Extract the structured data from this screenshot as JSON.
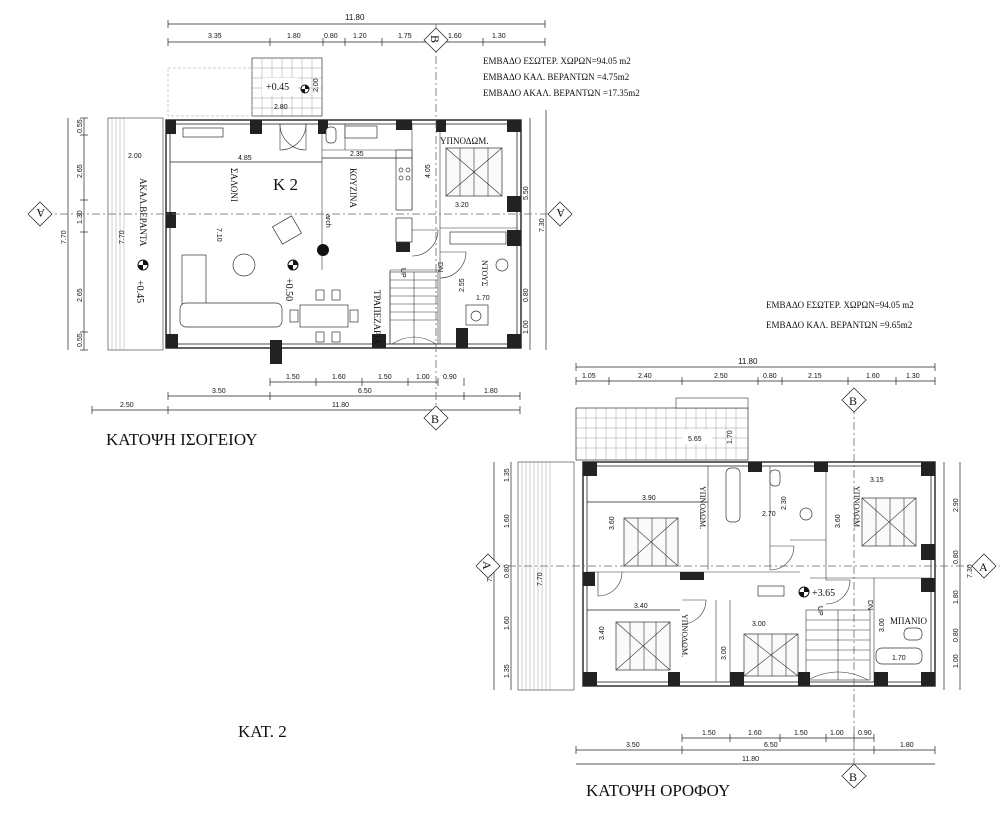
{
  "ground_floor": {
    "title": "ΚΑΤΟΨΗ ΙΣΟΓΕΙΟΥ",
    "unit_label": "Κ 2",
    "areas": [
      "ΕΜΒΑΔΟ ΕΣΩΤΕΡ. ΧΩΡΩΝ=94.05 m2",
      "ΕΜΒΑΔΟ ΚΑΛ. ΒΕΡΑΝΤΩΝ =4.75m2",
      "ΕΜΒΑΔΟ ΑΚΑΛ. ΒΕΡΑΝΤΩΝ =17.35m2"
    ],
    "rooms": {
      "living": "ΣΑΛΟΝΙ",
      "kitchen": "ΚΟΥΖΙΝΑ",
      "dining": "ΤΡΑΠΕΖΑΡΙΑ",
      "bedroom": "ΥΠΝΟΔΩΜ.",
      "shower": "ΝΤΟΥΣ",
      "veranda": "ΑΚΑΛ.ΒΕΡΑΝΤΑ"
    },
    "levels": [
      "+0.45",
      "+0.50",
      "+0.45"
    ],
    "stair": {
      "up": "UP",
      "down": "DN"
    },
    "arch": "arch",
    "dims_top": [
      "11.80",
      "3.35",
      "1.80",
      "0.80",
      "1.20",
      "1.75",
      "1.60",
      "1.30"
    ],
    "dims_balcony": [
      "2.00",
      "2.80"
    ],
    "dims_inner": [
      "4.85",
      "2.35",
      "2.00",
      "7.10",
      "4.05",
      "3.20",
      "2.55",
      "1.70"
    ],
    "dims_left": [
      "0.55",
      "2.65",
      "1.30",
      "2.65",
      "0.55",
      "7.70",
      "7.70"
    ],
    "dims_right": [
      "5.50",
      "7.30",
      "0.80",
      "1.00"
    ],
    "dims_bottom": [
      "1.50",
      "1.60",
      "1.50",
      "1.00",
      "0.90",
      "6.50",
      "3.50",
      "1.80",
      "2.50",
      "11.80"
    ]
  },
  "upper_floor": {
    "title": "ΚΑΤΟΨΗ ΟΡΟΦΟΥ",
    "areas": [
      "ΕΜΒΑΔΟ ΕΣΩΤΕΡ. ΧΩΡΩΝ=94.05 m2",
      "ΕΜΒΑΔΟ ΚΑΛ. ΒΕΡΑΝΤΩΝ =9.65m2"
    ],
    "rooms": {
      "bedroom": "ΥΠΝΟΔΩΜ.",
      "bath": "ΜΠΑΝΙΟ"
    },
    "level": "+3.65",
    "stair": {
      "up": "UP",
      "down": "DN"
    },
    "dims_top": [
      "11.80",
      "1.05",
      "2.40",
      "2.50",
      "0.80",
      "2.15",
      "1.60",
      "1.30"
    ],
    "dims_balcony": [
      "5.65",
      "1.70"
    ],
    "dims_inner": [
      "3.90",
      "2.30",
      "2.70",
      "3.15",
      "3.60",
      "3.60",
      "3.40",
      "3.40",
      "3.00",
      "3.00",
      "3.00",
      "1.70"
    ],
    "dims_left": [
      "1.35",
      "1.60",
      "0.80",
      "1.60",
      "1.35",
      "7.70",
      "7.30"
    ],
    "dims_right": [
      "2.90",
      "0.80",
      "7.30",
      "1.80",
      "0.80",
      "1.00"
    ],
    "dims_bottom": [
      "1.50",
      "1.60",
      "1.50",
      "1.00",
      "0.90",
      "6.50",
      "3.50",
      "1.80",
      "11.80"
    ]
  },
  "section_markers": {
    "a": "A",
    "b": "B"
  },
  "category": "ΚΑΤ.  2"
}
